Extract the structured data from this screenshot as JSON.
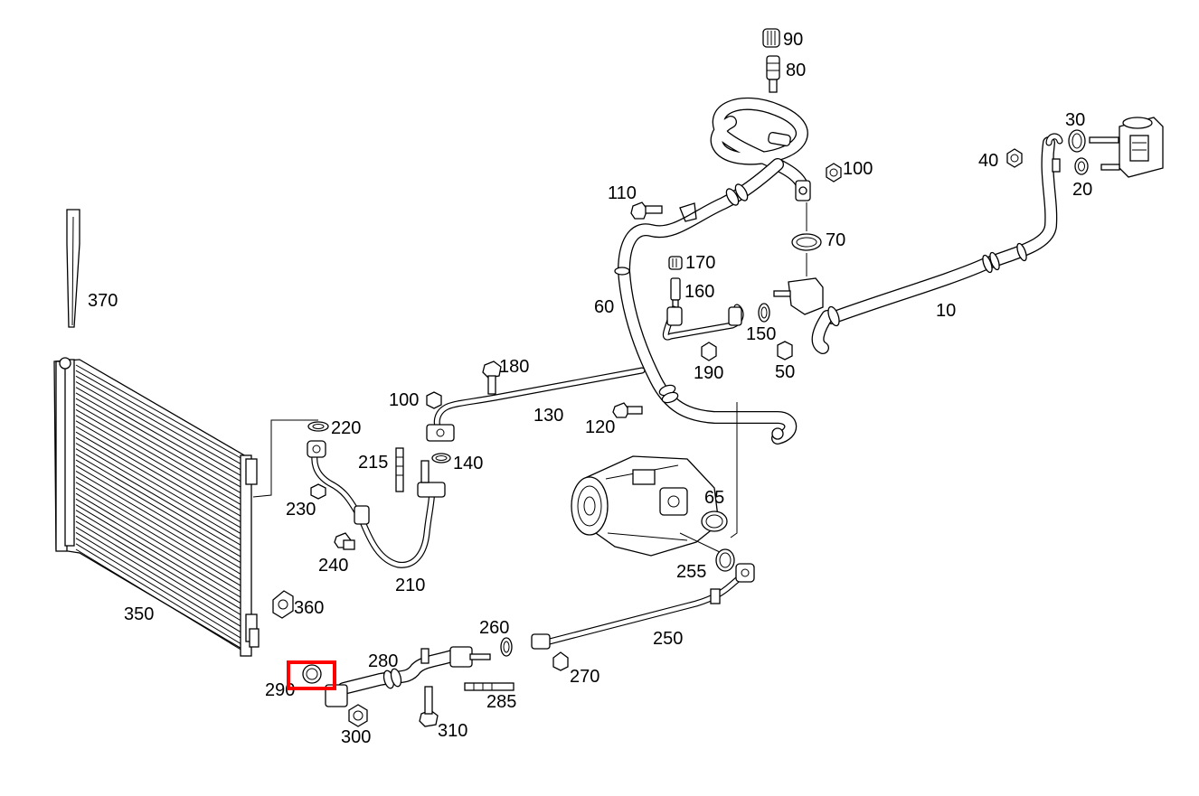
{
  "diagram": {
    "labels": {
      "p10": "10",
      "p20": "20",
      "p30": "30",
      "p40": "40",
      "p50": "50",
      "p60": "60",
      "p65": "65",
      "p70": "70",
      "p80": "80",
      "p90": "90",
      "p100a": "100",
      "p100b": "100",
      "p110": "110",
      "p120": "120",
      "p130": "130",
      "p140": "140",
      "p150": "150",
      "p160": "160",
      "p170": "170",
      "p180": "180",
      "p190": "190",
      "p210": "210",
      "p215": "215",
      "p220": "220",
      "p230": "230",
      "p240": "240",
      "p250": "250",
      "p255": "255",
      "p260": "260",
      "p270": "270",
      "p280": "280",
      "p285": "285",
      "p290": "290",
      "p300": "300",
      "p310": "310",
      "p350": "350",
      "p360": "360",
      "p370": "370"
    },
    "highlight": {
      "part": "290",
      "color": "#ff0000"
    },
    "line_color": "#000000",
    "background": "#ffffff"
  }
}
